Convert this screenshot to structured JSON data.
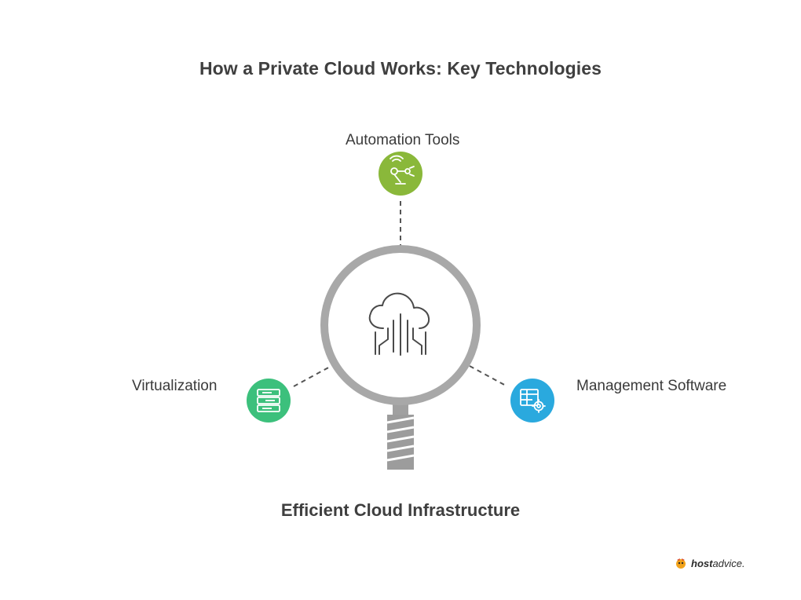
{
  "title": "How a Private Cloud Works: Key Technologies",
  "center": {
    "icon": "cloud-circuit-icon",
    "label": "Efficient Cloud Infrastructure"
  },
  "nodes": {
    "automation": {
      "label": "Automation Tools",
      "icon": "robotic-arm-icon",
      "color": "#8ab83a"
    },
    "virtualization": {
      "label": "Virtualization",
      "icon": "server-stack-icon",
      "color": "#3cc07c"
    },
    "management": {
      "label": "Management Software",
      "icon": "table-gear-icon",
      "color": "#2aa9de"
    }
  },
  "brand": {
    "name_bold": "host",
    "name_rest": "advice."
  },
  "colors": {
    "lens_ring": "#a6a6a6",
    "handle": "#9a9a9a",
    "connector": "#555555"
  }
}
